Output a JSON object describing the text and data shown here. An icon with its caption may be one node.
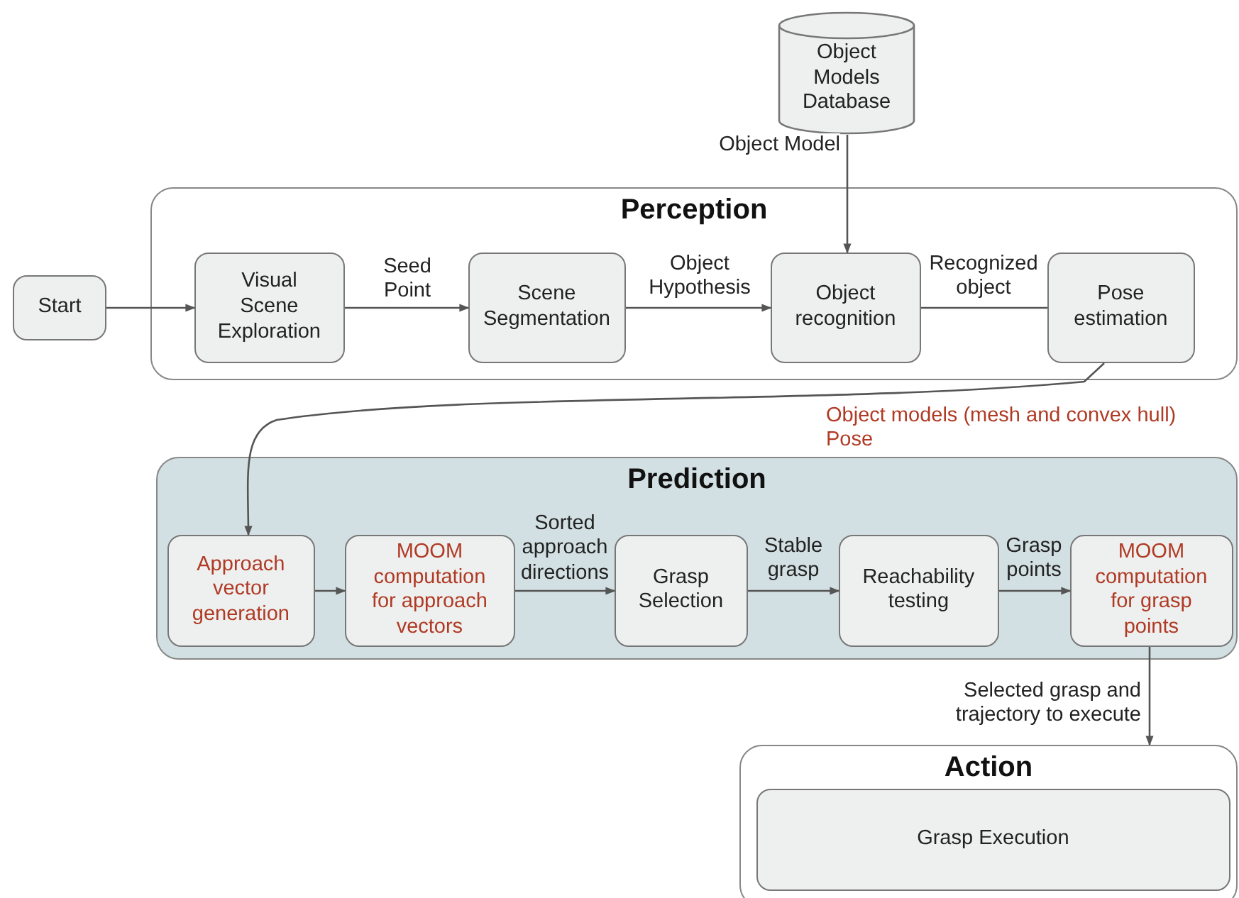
{
  "diagram": {
    "nodes": [
      {
        "text": [
          "Object Models Database"
        ]
      },
      {
        "text": [
          "Perception"
        ]
      },
      {
        "text": [
          "Start"
        ]
      },
      {
        "text": [
          "Visual Scene Exploration"
        ],
        "in": 1
      },
      {
        "text": [
          "Scene Segmentation"
        ],
        "in": 1
      },
      {
        "text": [
          "Object recognition"
        ],
        "in": 1
      },
      {
        "text": [
          "Pose estimation"
        ],
        "in": 1
      },
      {
        "text": [
          "Prediction"
        ]
      },
      {
        "text": [
          "Approach vector generation"
        ],
        "in": 7
      },
      {
        "text": [
          "MOOM computation for approach vectors"
        ],
        "in": 7
      },
      {
        "text": [
          "Grasp Selection"
        ],
        "in": 7
      },
      {
        "text": [
          "Reachability testing"
        ],
        "in": 7
      },
      {
        "text": [
          "MOOM computation for grasp points"
        ],
        "in": 7
      },
      {
        "text": [
          "Action"
        ]
      },
      {
        "text": [
          "Grasp Execution"
        ],
        "in": 13
      }
    ],
    "edges": [
      {
        "from": 0,
        "to": 5,
        "arrow": "to",
        "label": "Object Model"
      },
      {
        "from": 2,
        "to": 3,
        "arrow": "to"
      },
      {
        "from": 3,
        "to": 4,
        "arrow": "to",
        "label": "Seed Point"
      },
      {
        "from": 4,
        "to": 5,
        "arrow": "to",
        "label": "Object Hypothesis"
      },
      {
        "from": 5,
        "to": 6,
        "arrow": "none",
        "label": "Recognized object"
      },
      {
        "from": 6,
        "to": 8,
        "arrow": "to",
        "label": "Object models (mesh and convex hull) Pose"
      },
      {
        "from": 8,
        "to": 9,
        "arrow": "to"
      },
      {
        "from": 9,
        "to": 10,
        "arrow": "to",
        "label": "Sorted approach directions"
      },
      {
        "from": 10,
        "to": 11,
        "arrow": "to",
        "label": "Stable grasp"
      },
      {
        "from": 11,
        "to": 12,
        "arrow": "to",
        "label": "Grasp points"
      },
      {
        "from": 12,
        "to": 13,
        "arrow": "to",
        "label": "Selected grasp and trajectory to execute"
      }
    ]
  }
}
